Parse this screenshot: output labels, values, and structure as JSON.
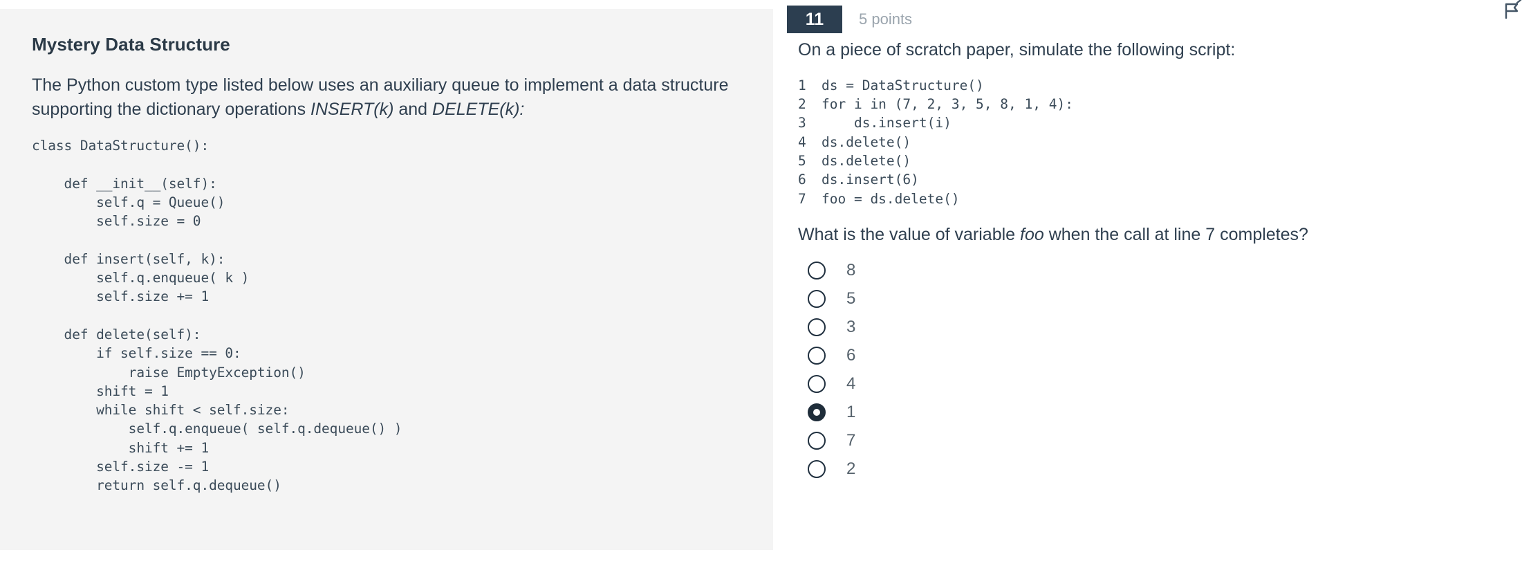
{
  "left_panel": {
    "title": "Mystery Data Structure",
    "intro_part1": "The Python custom type listed below uses an auxiliary queue to implement a data structure supporting the dictionary operations ",
    "intro_em1": "INSERT(k)",
    "intro_mid": " and ",
    "intro_em2": "DELETE(k):",
    "code": "class DataStructure():\n\n    def __init__(self):\n        self.q = Queue()\n        self.size = 0\n\n    def insert(self, k):\n        self.q.enqueue( k )\n        self.size += 1\n\n    def delete(self):\n        if self.size == 0:\n            raise EmptyException()\n        shift = 1\n        while shift < self.size:\n            self.q.enqueue( self.q.dequeue() )\n            shift += 1\n        self.size -= 1\n        return self.q.dequeue()"
  },
  "right_panel": {
    "question_number": "11",
    "points": "5 points",
    "flag_icon": "flag-icon",
    "prompt": "On a piece of scratch paper, simulate the following script:",
    "script": [
      {
        "line": "1",
        "code": "ds = DataStructure()"
      },
      {
        "line": "2",
        "code": "for i in (7, 2, 3, 5, 8, 1, 4):"
      },
      {
        "line": "3",
        "code": "    ds.insert(i)"
      },
      {
        "line": "4",
        "code": "ds.delete()"
      },
      {
        "line": "5",
        "code": "ds.delete()"
      },
      {
        "line": "6",
        "code": "ds.insert(6)"
      },
      {
        "line": "7",
        "code": "foo = ds.delete()"
      }
    ],
    "question_part1": "What is the value of variable ",
    "question_em": "foo",
    "question_part2": " when the call at line 7 completes?",
    "options": [
      {
        "label": "8",
        "selected": false
      },
      {
        "label": "5",
        "selected": false
      },
      {
        "label": "3",
        "selected": false
      },
      {
        "label": "6",
        "selected": false
      },
      {
        "label": "4",
        "selected": false
      },
      {
        "label": "1",
        "selected": true
      },
      {
        "label": "7",
        "selected": false
      },
      {
        "label": "2",
        "selected": false
      }
    ]
  },
  "colors": {
    "panel_background": "#f4f4f4",
    "badge_background": "#2c3e50",
    "text": "#2f3f4f",
    "muted_text": "#9aa4ad",
    "code_text": "#3b4b59",
    "radio_border": "#20303f"
  }
}
